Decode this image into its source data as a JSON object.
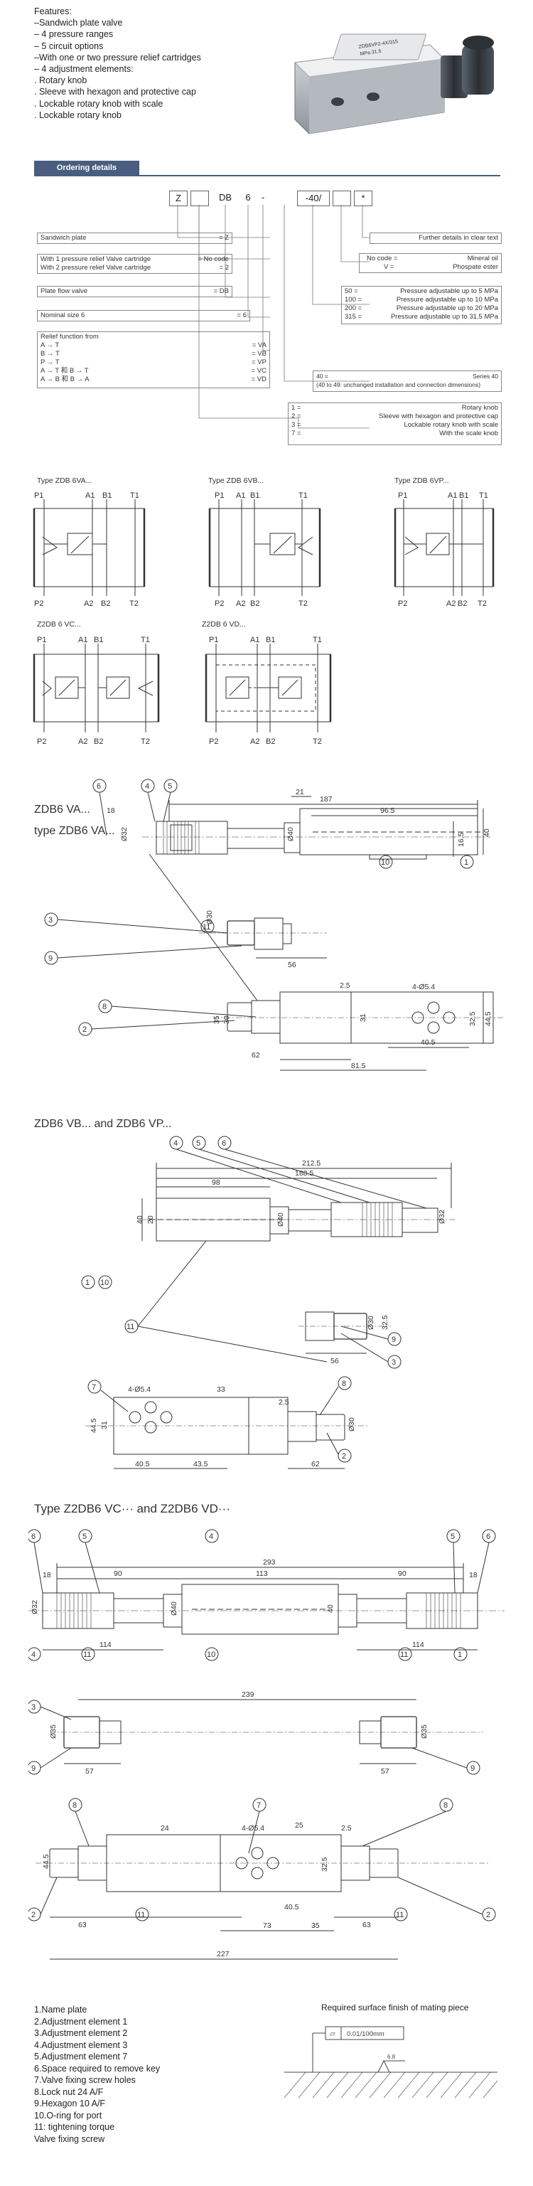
{
  "features": {
    "title": "Features:",
    "items": [
      "–Sandwich plate valve",
      "– 4 pressure ranges",
      "– 5 circuit options",
      "–With one or two pressure relief cartridges",
      "– 4 adjustment elements:",
      " . Rotary knob",
      " . Sleeve with hexagon and protective cap",
      " . Lockable rotary knob with scale",
      " . Lockable rotary knob"
    ]
  },
  "product": {
    "label1": "ZDB6VP2-4X/315",
    "label2": "MPa 31.5"
  },
  "ordering": {
    "tab": "Ordering details",
    "code": [
      "Z",
      "",
      "DB",
      "6",
      "-",
      "-40/",
      "",
      "*"
    ],
    "left": [
      {
        "lines": [
          "Sandwich plate"
        ],
        "right": [
          "= Z"
        ]
      },
      {
        "lines": [
          "With 1 pressure relief Valve cartridge",
          "With 2 pressure relief Valve cartridge"
        ],
        "right": [
          "= No code",
          "= 2"
        ]
      },
      {
        "lines": [
          "Plate flow valve"
        ],
        "right": [
          "= DB"
        ]
      },
      {
        "lines": [
          "Nominal size 6"
        ],
        "right": [
          "= 6"
        ]
      },
      {
        "lines": [
          "Relief function from",
          "A  →  T",
          "B  →  T",
          "P  →  T",
          "A  →  T 和  B  →  T",
          "A  →  B 和  B  →  A"
        ],
        "right": [
          "",
          "= VA",
          "= VB",
          "= VP",
          "= VC",
          "= VD"
        ]
      }
    ],
    "right": [
      {
        "lines": [
          "Further details in clear text"
        ]
      },
      {
        "lines": [
          "No code =",
          "V ="
        ],
        "right": [
          "Mineral oil",
          "Phospate ester"
        ]
      },
      {
        "lines": [
          "50  =",
          "100  =",
          "200  =",
          "315  ="
        ],
        "right": [
          "Pressure adjustable up to 5  MPa",
          "Pressure adjustable up to 10  MPa",
          "Pressure adjustable up to 20  MPa",
          "Pressure adjustable up to 31.5  MPa"
        ]
      },
      {
        "lines": [
          "40 =",
          "(40 to 49: unchanged installation and connection dimensions)"
        ],
        "right": [
          "Series 40",
          ""
        ]
      },
      {
        "lines": [
          "1 =",
          "2 =",
          "3 =",
          "7 ="
        ],
        "right": [
          "Rotary knob",
          "Sleeve with hexagon and protective cap",
          "Lockable rotary knob with scale",
          "With the scale knob"
        ]
      }
    ]
  },
  "symbols": [
    {
      "title": "Type ZDB 6VA..."
    },
    {
      "title": "Type ZDB 6VB..."
    },
    {
      "title": "Type ZDB 6VP..."
    },
    {
      "title": "Z2DB 6 VC..."
    },
    {
      "title": "Z2DB 6 VD..."
    }
  ],
  "ports": {
    "p1": "P1",
    "a1": "A1",
    "b1": "B1",
    "t1": "T1",
    "p2": "P2",
    "a2": "A2",
    "b2": "B2",
    "t2": "T2"
  },
  "sections": {
    "va_title1": "ZDB6  VA...",
    "va_title2": "type ZDB6 VA...",
    "vb_title": "ZDB6  VB...  and  ZDB6 VP...",
    "vc_title": "Type Z2DB6 VC··· and Z2DB6 VD···"
  },
  "dims": {
    "va": [
      "187",
      "21",
      "18",
      "96.5",
      "Ø32",
      "Ø40",
      "16.5",
      "40",
      "Ø30",
      "56",
      "2.5",
      "4-Ø5.4",
      "35",
      "30",
      "31",
      "32.5",
      "44.5",
      "40.5",
      "62",
      "81.5"
    ],
    "vb": [
      "212.5",
      "188.5",
      "98",
      "40",
      "20",
      "Ø32",
      "Ø40",
      "32.5",
      "Ø30",
      "56",
      "4-Ø5.4",
      "33",
      "2.5",
      "44.5",
      "31",
      "40.5",
      "43.5",
      "62",
      "Ø30"
    ],
    "vc": [
      "293",
      "18",
      "90",
      "113",
      "90",
      "18",
      "Ø32",
      "Ø40",
      "40",
      "114",
      "114",
      "239",
      "Ø35",
      "Ø35",
      "57",
      "57",
      "24",
      "4-Ø5.4",
      "25",
      "2.5",
      "44.5",
      "32.5",
      "40.5",
      "73",
      "35",
      "63",
      "63",
      "227"
    ]
  },
  "callouts": [
    "1",
    "2",
    "3",
    "4",
    "5",
    "6",
    "7",
    "8",
    "9",
    "10",
    "11"
  ],
  "legend": [
    "1.Name plate",
    "2.Adjustment element 1",
    "3.Adjustment element 2",
    "4.Adjustment element 3",
    "5.Adjustment element 7",
    "6.Space required to remove key",
    "7.Valve fixing screw holes",
    "8.Lock nut 24 A/F",
    "9.Hexagon 10 A/F",
    "10.O-ring for port",
    "11: tightening torque",
    "Valve fixing screw"
  ],
  "surface": {
    "title": "Required surface finish of mating piece",
    "tolerance": "0.01/100mm",
    "roughness": "6.8"
  }
}
